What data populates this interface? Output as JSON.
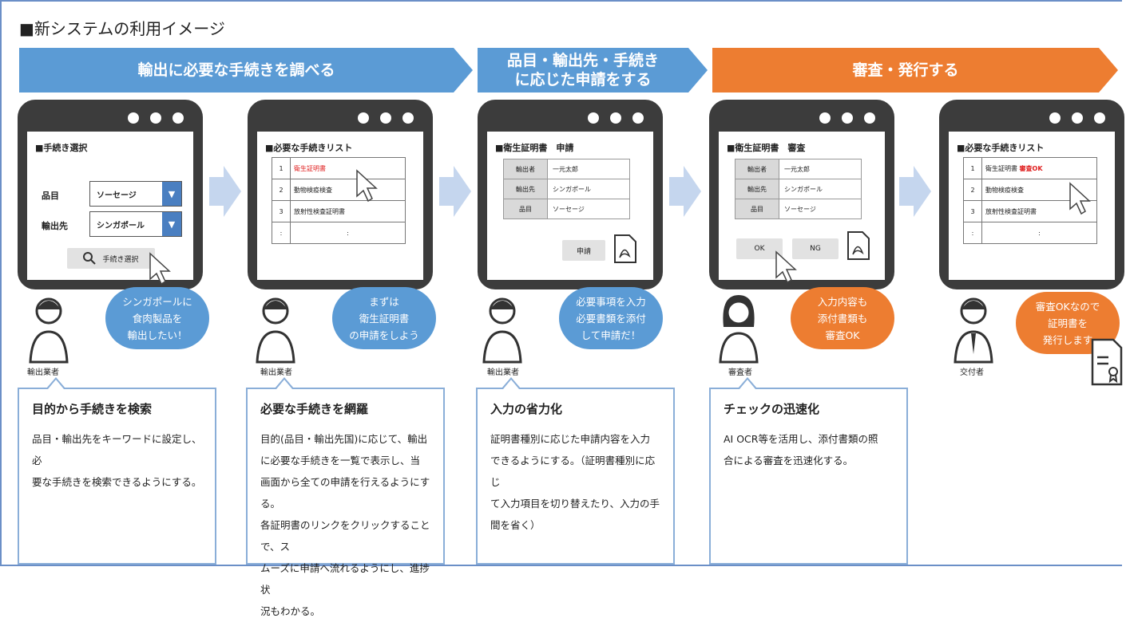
{
  "title": "■新システムの利用イメージ",
  "phases": [
    {
      "label": "輸出に必要な手続きを調べる"
    },
    {
      "label_line1": "品目・輸出先・手続き",
      "label_line2": "に応じた申請をする"
    },
    {
      "label": "審査・発行する"
    }
  ],
  "screens": {
    "s1": {
      "title": "■手続き選択",
      "field1_label": "品目",
      "field1_value": "ソーセージ",
      "field2_label": "輸出先",
      "field2_value": "シンガポール",
      "search_button": "手続き選択"
    },
    "s2": {
      "title": "■必要な手続きリスト",
      "rows": [
        {
          "no": "1",
          "name": "衛生証明書"
        },
        {
          "no": "2",
          "name": "動物検疫検査"
        },
        {
          "no": "3",
          "name": "放射性検査証明書"
        },
        {
          "no": ":",
          "name": ":"
        }
      ]
    },
    "s3": {
      "title": "■衛生証明書　申請",
      "rows": [
        {
          "k": "輸出者",
          "v": "一元太郎"
        },
        {
          "k": "輸出先",
          "v": "シンガポール"
        },
        {
          "k": "品目",
          "v": "ソーセージ"
        }
      ],
      "apply_button": "申請"
    },
    "s4": {
      "title": "■衛生証明書　審査",
      "rows": [
        {
          "k": "輸出者",
          "v": "一元太郎"
        },
        {
          "k": "輸出先",
          "v": "シンガポール"
        },
        {
          "k": "品目",
          "v": "ソーセージ"
        }
      ],
      "ok_button": "OK",
      "ng_button": "NG"
    },
    "s5": {
      "title": "■必要な手続きリスト",
      "rows": [
        {
          "no": "1",
          "name": "衛生証明書",
          "status": "審査OK"
        },
        {
          "no": "2",
          "name": "動物検疫検査",
          "status": ""
        },
        {
          "no": "3",
          "name": "放射性検査証明書",
          "status": ""
        },
        {
          "no": ":",
          "name": ":",
          "status": ""
        }
      ]
    }
  },
  "clouds": [
    {
      "l1": "シンガポールに",
      "l2": "食肉製品を",
      "l3": "輸出したい！"
    },
    {
      "l1": "まずは",
      "l2": "衛生証明書",
      "l3": "の申請をしよう"
    },
    {
      "l1": "必要事項を入力",
      "l2": "必要書類を添付",
      "l3": "して申請だ！"
    },
    {
      "l1": "入力内容も",
      "l2": "添付書類も",
      "l3": "審査OK"
    },
    {
      "l1": "審査OKなので",
      "l2": "証明書を",
      "l3": "発行します"
    }
  ],
  "roles": [
    "輸出業者",
    "輸出業者",
    "輸出業者",
    "審査者",
    "交付者"
  ],
  "callouts": [
    {
      "title": "目的から手続きを検索",
      "body": [
        "品目・輸出先をキーワードに設定し、必",
        "要な手続きを検索できるようにする。"
      ]
    },
    {
      "title": "必要な手続きを網羅",
      "body": [
        "目的(品目・輸出先国)に応じて、輸出",
        "に必要な手続きを一覧で表示し、当",
        "画面から全ての申請を行えるようにする。",
        "各証明書のリンクをクリックすることで、ス",
        "ムーズに申請へ流れるようにし、進捗状",
        "況もわかる。"
      ]
    },
    {
      "title": "入力の省力化",
      "body": [
        "証明書種別に応じた申請内容を入力",
        "できるようにする。（証明書種別に応じ",
        "て入力項目を切り替えたり、入力の手",
        "間を省く）"
      ]
    },
    {
      "title": "チェックの迅速化",
      "body": [
        "AI OCR等を活用し、添付書類の照",
        "合による審査を迅速化する。"
      ]
    }
  ],
  "colors": {
    "blue": "#5b9bd5",
    "orange": "#ed7d31",
    "device": "#3c3c3c",
    "arrow": "#c5d6ee"
  },
  "icons": [
    "pdf-icon",
    "certificate-icon",
    "cursor-icon",
    "search-icon",
    "person-icon"
  ]
}
